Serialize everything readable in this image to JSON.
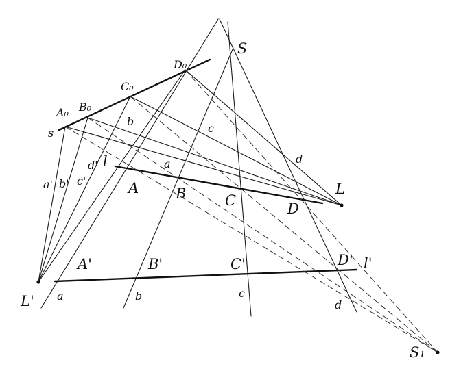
{
  "labels": {
    "S": "S",
    "S1": "S₁",
    "L": "L",
    "L_prime": "L'",
    "s": "s",
    "l": "l",
    "l_prime": "l'",
    "A0": "A₀",
    "B0": "B₀",
    "C0": "C₀",
    "D0": "D₀",
    "A": "A",
    "B": "B",
    "C": "C",
    "D": "D",
    "A_prime": "A'",
    "B_prime": "B'",
    "C_prime": "C'",
    "D_prime": "D'",
    "a_upper": "a",
    "b_upper": "b",
    "c_upper": "c",
    "d_upper": "d",
    "a_lower": "a",
    "b_lower": "b",
    "c_lower": "c",
    "d_lower": "d",
    "a_prime": "a'",
    "b_prime": "b'",
    "c_prime": "c'",
    "d_prime": "d'"
  }
}
